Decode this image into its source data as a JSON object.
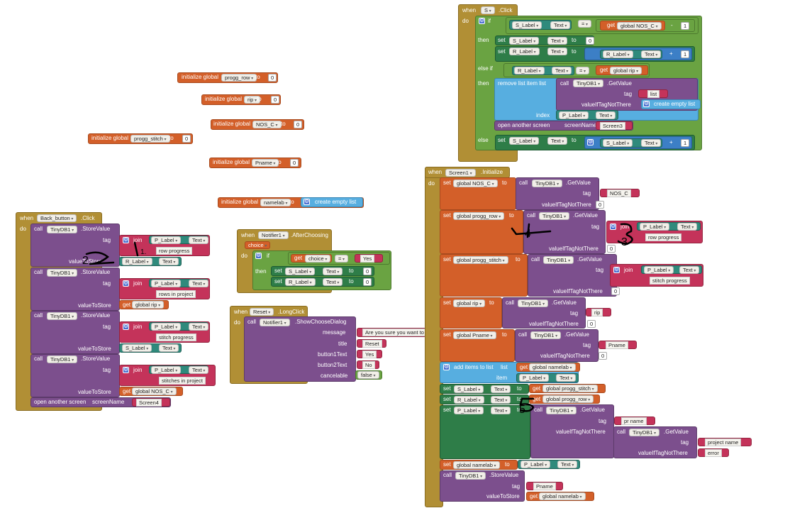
{
  "clickS": {
    "when": "when",
    "comp": "S",
    "event": ".Click",
    "do": "do",
    "if": "if",
    "lbl": "S_Label",
    "text": "Text",
    "eq": "=",
    "get": "get",
    "gvar": "global NOS_C",
    "minus": "-",
    "one": "1",
    "then": "then",
    "set": "set",
    "to": "to",
    "zero": "0",
    "rlbl": "R_Label",
    "plus": "+",
    "elseif": "else if",
    "grip": "global rip",
    "remove": "remove list item  list",
    "call": "call",
    "db": "TinyDB1",
    "getvalue": ".GetValue",
    "tag": "tag",
    "list": "list",
    "ifnot": "valueIfTagNotThere",
    "emptylist": "create empty list",
    "index": "index",
    "plbl": "P_Label",
    "openscreen": "open another screen",
    "screenname": "screenName",
    "screen3": "Screen3",
    "else": "else"
  },
  "globals": [
    {
      "kw": "initialize global",
      "name": "progg_row",
      "to": "to",
      "val": "0"
    },
    {
      "kw": "initialize global",
      "name": "rip",
      "to": "to",
      "val": "0"
    },
    {
      "kw": "initialize global",
      "name": "NOS_C",
      "to": "to",
      "val": "0"
    },
    {
      "kw": "initialize global",
      "name": "progg_stitch",
      "to": "to",
      "val": "0"
    },
    {
      "kw": "initialize global",
      "name": "Pname",
      "to": "to",
      "val": "0"
    },
    {
      "kw": "initialize global",
      "name": "namelab",
      "to": "to",
      "val": "create empty list"
    }
  ],
  "back": {
    "when": "when",
    "comp": "Back_button",
    "event": ".Click",
    "do": "do",
    "call": "call",
    "db": "TinyDB1",
    "store": ".StoreValue",
    "tag": "tag",
    "join": "join",
    "valueToStore": "valueToStore",
    "p": "P_Label",
    "r": "R_Label",
    "s": "S_Label",
    "text": "Text",
    "s1": "row progress",
    "s2": "rows in project",
    "s3": "stitch progress",
    "s4": "stitches in project",
    "get": "get",
    "grip": "global rip",
    "gnos": "global NOS_C",
    "open": "open another screen",
    "sn": "screenName",
    "screen4": "Screen4"
  },
  "notif": {
    "when": "when",
    "comp": "Notifier1",
    "event": ".AfterChoosing",
    "choice": "choice",
    "do": "do",
    "if": "if",
    "get": "get",
    "choiceVar": "choice",
    "eq": "=",
    "yes": "Yes",
    "then": "then",
    "set": "set",
    "s": "S_Label",
    "r": "R_Label",
    "text": "Text",
    "to": "to",
    "zero": "0"
  },
  "reset": {
    "when": "when",
    "comp": "Reset",
    "event": ".LongClick",
    "do": "do",
    "call": "call",
    "comp2": "Notifier1",
    "method": ".ShowChooseDialog",
    "message": "message",
    "msg": "Are you sure you want to",
    "title": "title",
    "titleVal": "Reset",
    "b1": "button1Text",
    "b1v": "Yes",
    "b2": "button2Text",
    "b2v": "No",
    "canc": "cancelable",
    "cancv": "false"
  },
  "init": {
    "when": "when",
    "comp": "Screen1",
    "event": ".Initialize",
    "do": "do",
    "set": "set",
    "to": "to",
    "call": "call",
    "db": "TinyDB1",
    "getvalue": ".GetValue",
    "tag": "tag",
    "ifnot": "valueIfTagNotThere",
    "zero": "0",
    "gnos": "global NOS_C",
    "nosc": "NOS_C",
    "grow": "global progg_row",
    "join": "join",
    "p": "P_Label",
    "text": "Text",
    "rowp": "row progress",
    "gst": "global progg_stitch",
    "stp": "stitch progress",
    "grip": "global rip",
    "rip": "rip",
    "gpn": "global Pname",
    "pname": "Pname",
    "addlist": "add items to list",
    "list": "list",
    "item": "item",
    "get": "get",
    "gnl": "global namelab",
    "s": "S_Label",
    "r": "R_Label",
    "prname": "pr name",
    "projname": "project name",
    "error": "error",
    "store": ".StoreValue",
    "vts": "valueToStore"
  },
  "scribbles": {
    "one": "1.",
    "two": "2",
    "three": "3",
    "four": "4",
    "five": "5"
  }
}
